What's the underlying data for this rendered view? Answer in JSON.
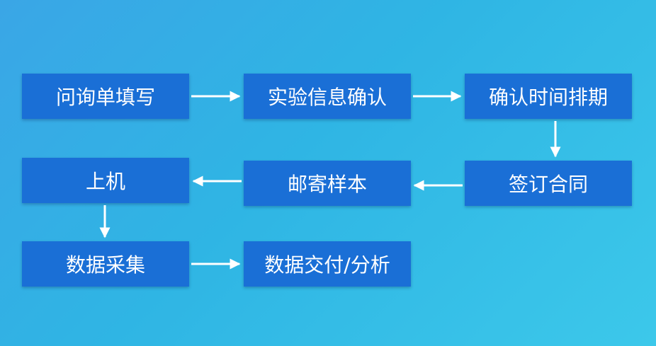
{
  "diagram": {
    "steps": {
      "s1": "问询单填写",
      "s2": "实验信息确认",
      "s3": "确认时间排期",
      "s4": "签订合同",
      "s5": "邮寄样本",
      "s6": "上机",
      "s7": "数据采集",
      "s8": "数据交付/分析"
    }
  }
}
